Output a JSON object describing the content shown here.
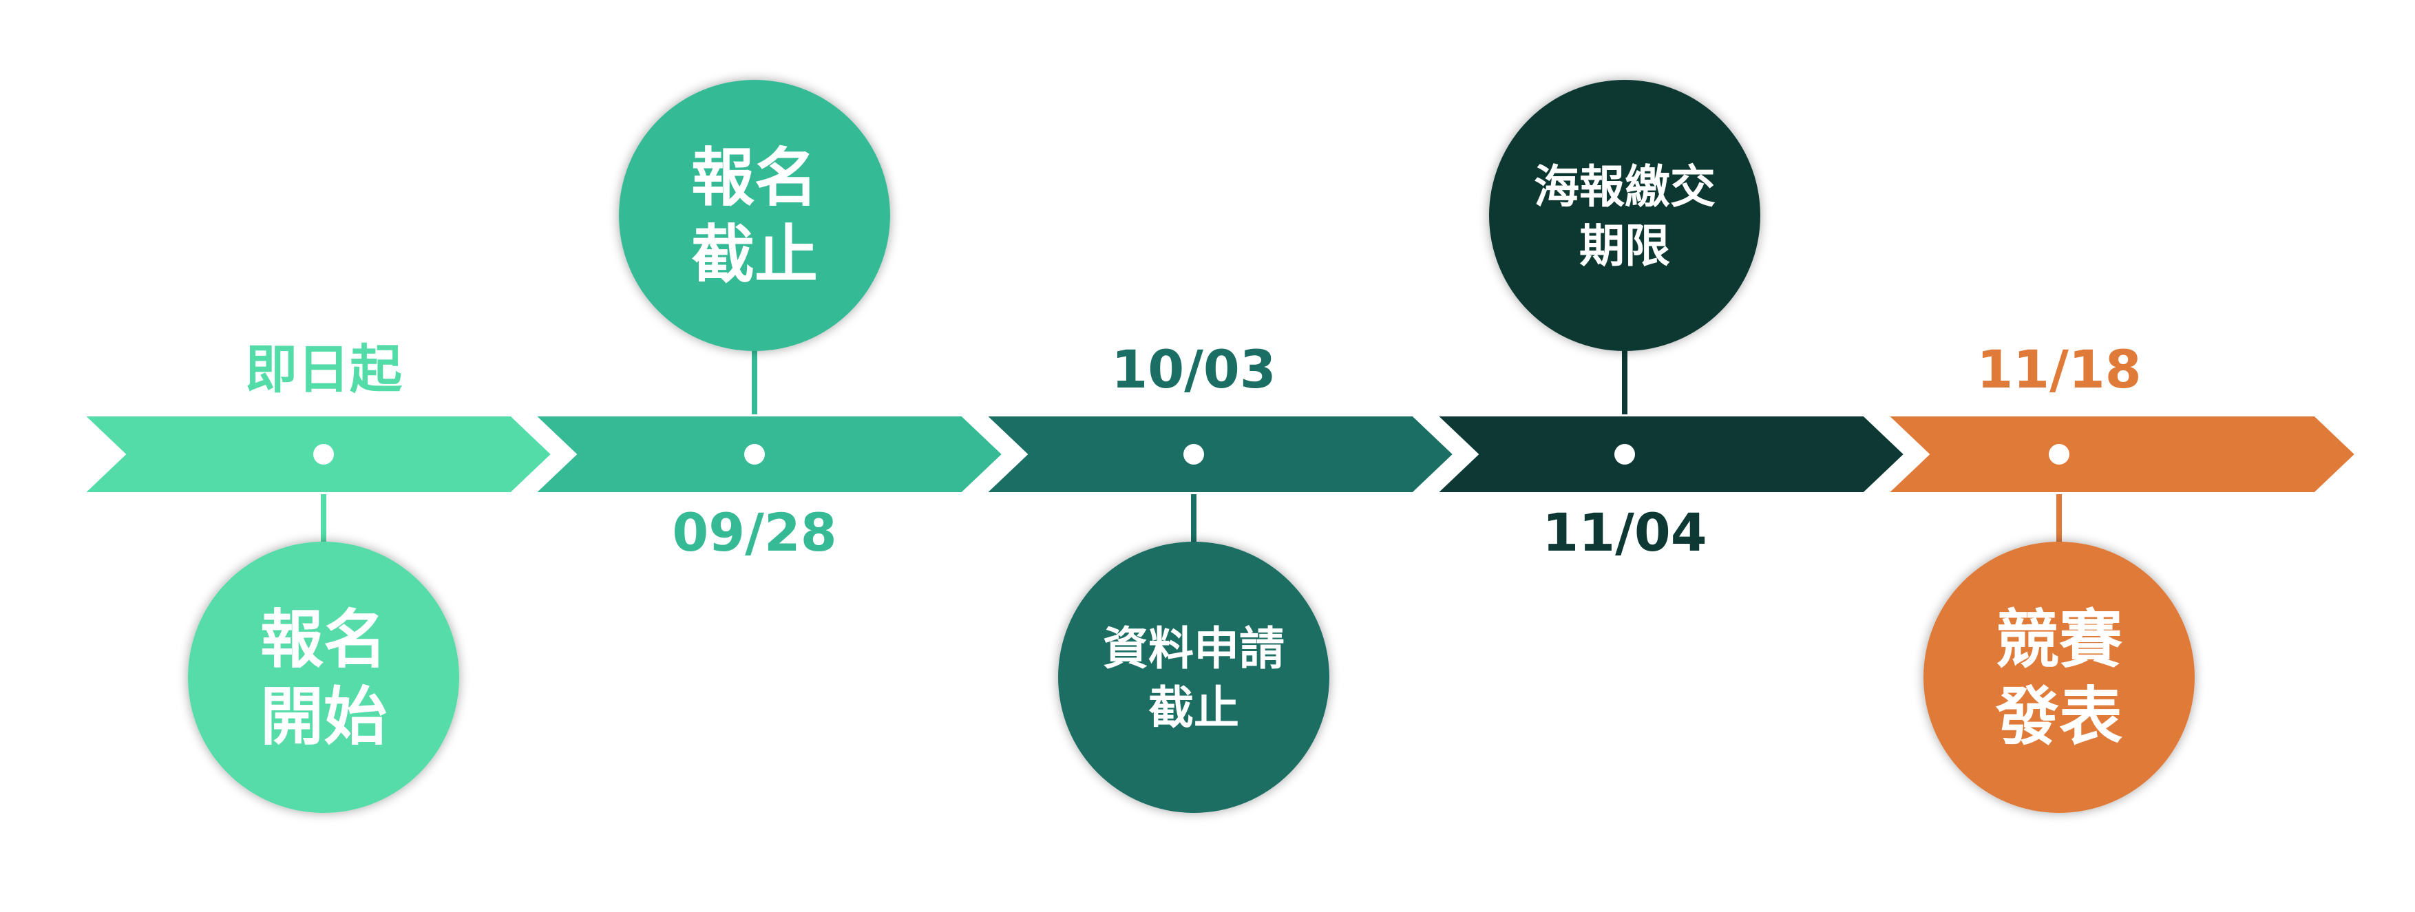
{
  "colors": {
    "stage1": "#54dca8",
    "stage2": "#36ba96",
    "stage3": "#1b6e64",
    "stage4": "#0d3833",
    "stage5": "#e07a38"
  },
  "milestones": [
    {
      "date": "即日起",
      "lines": [
        "報名",
        "開始"
      ]
    },
    {
      "date": "09/28",
      "lines": [
        "報名",
        "截止"
      ]
    },
    {
      "date": "10/03",
      "lines": [
        "資料申請",
        "截止"
      ]
    },
    {
      "date": "11/04",
      "lines": [
        "海報繳交",
        "期限"
      ]
    },
    {
      "date": "11/18",
      "lines": [
        "競賽",
        "發表"
      ]
    }
  ]
}
